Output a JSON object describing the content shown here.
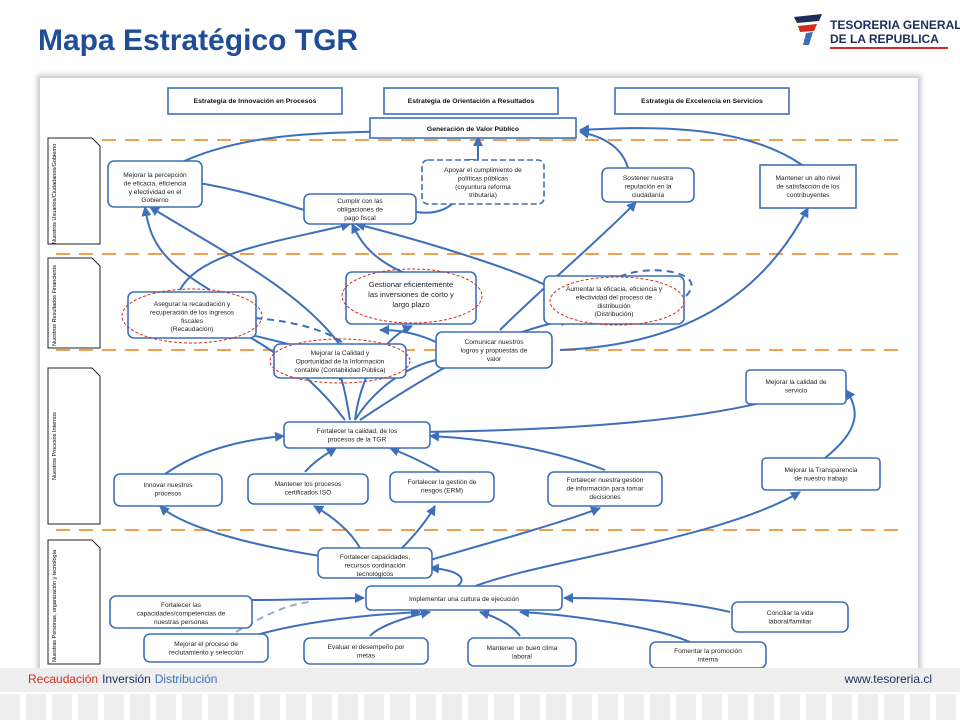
{
  "slide": {
    "title": "Mapa Estratégico TGR"
  },
  "logo": {
    "line1": "TESORERIA GENERAL",
    "line2": "DE LA REPUBLICA"
  },
  "colors": {
    "title": "#1f4e96",
    "arrow": "#3d6fbb",
    "box_border": "#3d6fbb",
    "orange_dash": "#f0a050",
    "red_highlight": "#d52b1e",
    "footer_recaudacion": "#d52b1e",
    "footer_inversion": "#1e2d5c",
    "footer_distribucion": "#3d6fbb"
  },
  "strategies": {
    "innovacion": "Estrategia de Innovación en Procesos",
    "orientacion": "Estrategia de Orientación a Resultados",
    "excelencia": "Estrategia de Excelencia en Servicios"
  },
  "perspectives": {
    "usuarios": "Nuestros Usuarios/Ciudadanos/Gobierno",
    "financieros": "Nuestros Resultados Financieros",
    "procesos": "Nuestros Procesos Internos",
    "personas": "Nuestras Personas, organización y tecnología"
  },
  "objectives": {
    "valor_publico": "Generación de Valor Público",
    "percepcion": [
      "Mejorar la percepción",
      "de eficacia, eficiencia",
      "y efectividad en el",
      "Gobierno"
    ],
    "cumplir": [
      "Cumplir con las",
      "obligaciones de",
      "pago fiscal"
    ],
    "apoyar": [
      "Apoyar el cumplimiento de",
      "políticas públicas",
      "(coyuntura reforma",
      "tributaria)"
    ],
    "sostener": [
      "Sostener nuestra",
      "reputación en la",
      "ciudadanía"
    ],
    "satisfaccion": [
      "Mantener un alto nivel",
      "de satisfacción de los",
      "contribuyentes"
    ],
    "inversiones": [
      "Gestionar eficientemente",
      "las inversiones de corto y",
      "largo plazo"
    ],
    "recaudacion": [
      "Asegurar la recaudación  y",
      "recuperación de los ingresos",
      "fiscales",
      "(Recaudación)"
    ],
    "distribucion": [
      "Aumentar la eficacia, eficiencia y",
      "efectividad  del proceso de",
      "distribución",
      "(Distribución)"
    ],
    "contabilidad": [
      "Mejorar la Calidad y",
      "Oportunidad de la Información",
      "contable (Contabilidad Pública)"
    ],
    "comunicar": [
      "Comunicar nuestros",
      "logros y propuestas de",
      "valor"
    ],
    "calidad_servicio": [
      "Mejorar la calidad de",
      "servicio"
    ],
    "calidad_procesos": [
      "Fortalecer  la calidad, de los",
      "procesos de la TGR"
    ],
    "innovar": [
      "Innovar nuestros",
      "procesos"
    ],
    "certificados": [
      "Mantener  los procesos",
      "certificados ISO"
    ],
    "riesgos": [
      "Fortalecer la gestión de",
      "riesgos (ERM)"
    ],
    "info_decisiones": [
      "Fortalecer nuestra gestión",
      "de información para tomar",
      "decisiones"
    ],
    "transparencia": [
      "Mejorar la Transparencia",
      "de nuestro trabajo"
    ],
    "capacidades": [
      "Fortalecer capacidades,",
      "recursos cordinación",
      "tecnológicos"
    ],
    "cultura": "Implementar  una cultura de ejecución",
    "competencias": [
      "Fortalecer las",
      "capacidades/competencias  de",
      "nuestras personas"
    ],
    "vida_laboral": [
      "Conciliar la vida",
      "laboral/familiar"
    ],
    "reclutamiento": [
      "Mejorar el proceso de",
      "reclutamiento y selección"
    ],
    "desempeno": [
      "Evaluar el desempeño por",
      "metas"
    ],
    "clima": [
      "Mantener un buen clima",
      "laboral"
    ],
    "promocion": [
      "Fomentar la promoción",
      "interna"
    ]
  },
  "footer": {
    "recaudacion": "Recaudación",
    "inversion": "Inversión",
    "distribucion": "Distribución",
    "website": "www.tesoreria.cl"
  }
}
